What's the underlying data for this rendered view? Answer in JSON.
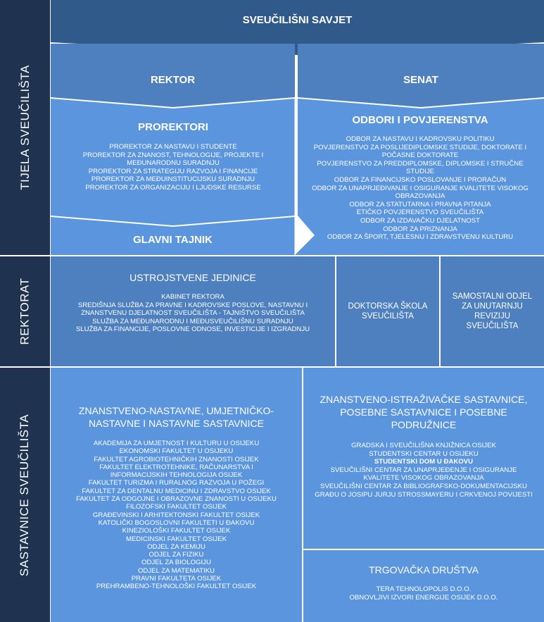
{
  "sides": {
    "tijela": "TIJELA SVEUČILIŠTA",
    "rektorat": "REKTORAT",
    "sastavnice": "SASTAVNICE SVEUČILIŠTA"
  },
  "savjet": "SVEUČILIŠNI SAVJET",
  "rektor": "REKTOR",
  "senat": "SENAT",
  "prorektori": {
    "title": "PROREKTORI",
    "items": [
      "PROREKTOR ZA NASTAVU I STUDENTE",
      "PROREKTOR ZA ZNANOST, TEHNOLOGIJE, PROJEKTE I MEĐUNARODNU SURADNJU",
      "PROREKTOR ZA STRATEGIJU RAZVOJA I FINANCIJE",
      "PROREKTOR ZA MEĐUINSTITUCIJSKU SURADNJU",
      "PROREKTOR ZA ORGANIZACIJU I LJUDSKE RESURSE"
    ]
  },
  "glavni_tajnik": "GLAVNI TAJNIK",
  "odbori": {
    "title": "ODBORI I POVJERENSTVA",
    "items": [
      "ODBOR ZA NASTAVU I KADROVSKU POLITIKU",
      "POVJERENSTVO ZA POSLIJEDIPLOMSKE STUDIJE, DOKTORATE I POČASNE DOKTORATE",
      "POVJERENSTVO ZA PREDDIPLOMSKE, DIPLOMSKE I STRUČNE STUDIJE",
      "ODBOR ZA FINANCIJSKO POSLOVANJE I PRORAČUN",
      "ODBOR ZA UNAPRJEĐIVANJE I OSIGURANJE KVALITETE VISOKOG OBRAZOVANJA",
      "ODBOR ZA STATUTARNA I PRAVNA PITANJA",
      "ETIČKO POVJERENSTVO SVEUČILIŠTA",
      "ODBOR ZA IZDAVAČKU DJELATNOST",
      "ODBOR ZA PRIZNANJA",
      "ODBOR ZA ŠPORT, TJELESNU I ZDRAVSTVENU KULTURU"
    ]
  },
  "ustrojstvene": {
    "title": "USTROJSTVENE JEDINICE",
    "items": [
      "KABINET REKTORA",
      "SREDIŠNJA SLUŽBA ZA PRAVNE I KADROVSKE POSLOVE, NASTAVNU I ZNANSTVENU DJELATNOST SVEUČILIŠTA - TAJNIŠTVO SVEUČILIŠTA",
      "SLUŽBA ZA MEĐUNARODNU I MEĐUSVEUČILIŠNU SURADNJU",
      "SLUŽBA ZA FINANCIJE, POSLOVNE ODNOSE, INVESTICIJE I IZGRADNJU"
    ]
  },
  "doktorska": "DOKTORSKA ŠKOLA SVEUČILIŠTA",
  "samostalni": "SAMOSTALNI ODJEL ZA UNUTARNJU REVIZIJU SVEUČILIŠTA",
  "znanstveno_nastavne": {
    "title": "ZNANSTVENO-NASTAVNE, UMJETNIČKO-NASTAVNE I NASTAVNE SASTAVNICE",
    "items": [
      "AKADEMIJA ZA UMJETNOST I KULTURU U OSIJEKU",
      "EKONOMSKI FAKULTET U OSIJEKU",
      "FAKULTET AGROBIOTEHNIČKIH ZNANOSTI OSIJEK",
      "FAKULTET ELEKTROTEHNIKE, RAČUNARSTVA I INFORMACIJSKIH TEHNOLOGIJA OSIJEK",
      "FAKULTET TURIZMA I RURALNOG RAZVOJA U POŽEGI",
      "FAKULTET ZA DENTALNU MEDICINU I ZDRAVSTVO OSIJEK",
      "FAKULTET ZA ODGOJNE I OBRAZOVNE ZNANOSTI U OSIJEKU",
      "FILOZOFSKI FAKULTET OSIJEK",
      "GRAĐEVINSKI I ARHITEKTONSKI FAKULTET OSIJEK",
      "KATOLIČKI BOGOSLOVNI FAKULTETI U ĐAKOVU",
      "KINEZIOLOŠKI FAKULTET OSIJEK",
      "MEDICINSKI FAKULTET OSIJEK",
      "ODJEL ZA KEMIJU",
      "ODJEL ZA FIZIKU",
      "ODJEL ZA BIOLOGIJU",
      "ODJEL ZA MATEMATIKU",
      "PRAVNI FAKULTETA OSIJEK",
      "PREHRAMBENO-TEHNOLOŠKI FAKULTET OSIJEK"
    ]
  },
  "znanstveno_istrazivacke": {
    "title": "ZNANSTVENO-ISTRAŽIVAČKE SASTAVNICE, POSEBNE SASTAVNICE I POSEBNE PODRUŽNICE",
    "items": [
      "GRADSKA I SVEUČILIŠNA KNJIŽNICA OSIJEK",
      "STUDENTSKI CENTAR U OSIJEKU",
      "STUDENTSKI DOM U ĐAKOVU",
      "SVEUČILIŠNI CENTAR ZA UNAPRJEĐENJE I OSIGURANJE KVALITETE VISOKOG OBRAZOVANJA",
      "SVEUČILIŠNI CENTAR ZA BIBLIOGRAFSKO-DOKUMENTACIJSKU",
      "GRAĐU O JOSIPU JURJU STROSSMAYERU I CRKVENOJ POVIJESTI"
    ]
  },
  "trgovacka": {
    "title": "TRGOVAČKA DRUŠTVA",
    "items": [
      "TERA TEHNOLOPOLIS D.O.O.",
      "OBNOVLJIVI IZVORI ENERGIJE OSIJEK D.O.O."
    ]
  },
  "colors": {
    "sidebar": "#1f3350",
    "dark_blue": "#305a8a",
    "mid_blue": "#4e80bf",
    "light_blue": "#5b95dd"
  }
}
